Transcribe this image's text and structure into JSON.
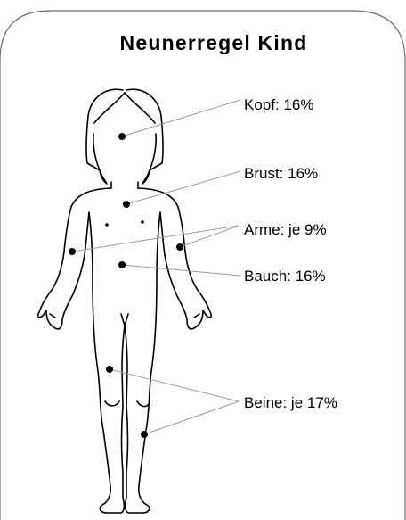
{
  "title": "Neunerregel Kind",
  "labels": {
    "kopf": "Kopf: 16%",
    "brust": "Brust: 16%",
    "arme": "Arme: je 9%",
    "bauch": "Bauch: 16%",
    "beine": "Beine: je 17%"
  }
}
